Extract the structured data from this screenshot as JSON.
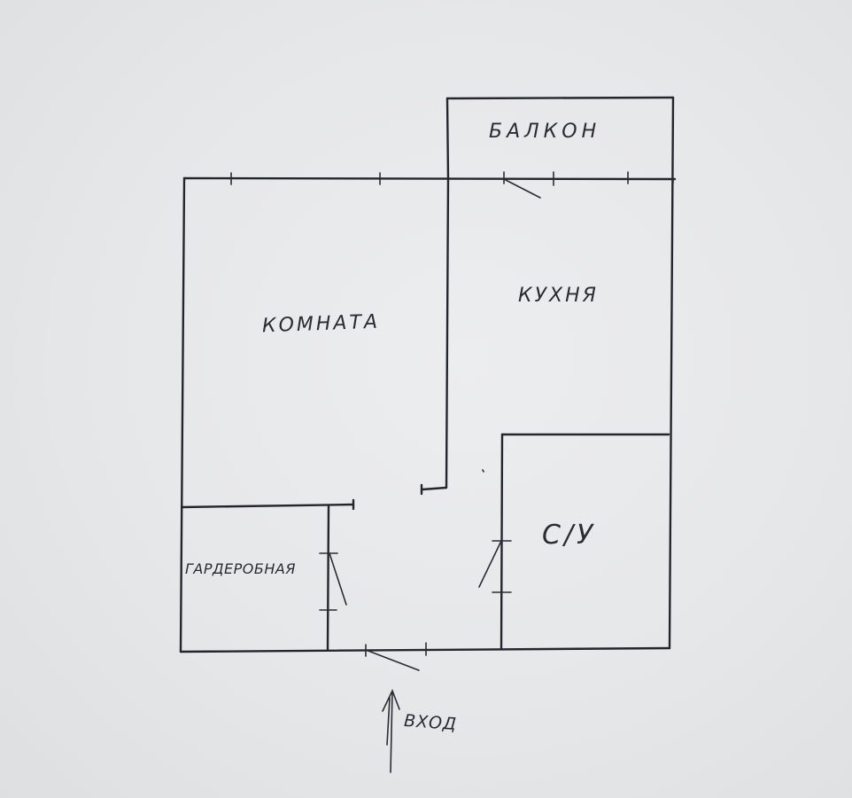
{
  "rooms": {
    "balcony": "БАЛКОН",
    "kitchen": "КУХНЯ",
    "room": "КОМНАТА",
    "wardrobe": "ГАРДЕРОБНАЯ",
    "bathroom": "С/У"
  },
  "entrance": {
    "label": "ВХОД"
  }
}
